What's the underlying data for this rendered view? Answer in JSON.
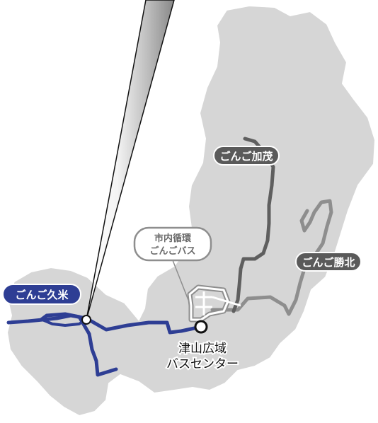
{
  "map": {
    "routes": [
      {
        "id": "kume",
        "label": "ごんご久米",
        "color": "#2e3e94",
        "label_style": "filled"
      },
      {
        "id": "kamo",
        "label": "ごんご加茂",
        "color": "#5a5a5a",
        "label_style": "filled"
      },
      {
        "id": "shohoku",
        "label": "ごんご勝北",
        "color": "#5a5a5a",
        "label_style": "filled"
      },
      {
        "id": "loop",
        "label_line1": "市内循環",
        "label_line2": "ごんごバス",
        "color": "#ffffff",
        "label_style": "outlined"
      }
    ],
    "terminal": {
      "line1": "津山広域",
      "line2": "バスセンター"
    }
  },
  "colors": {
    "region_fill": "#d6d6d6",
    "region_stroke": "#ffffff",
    "kume_line": "#2e3e94",
    "kamo_line": "#5f5f5f",
    "shohoku_line": "#8e8e8e"
  }
}
